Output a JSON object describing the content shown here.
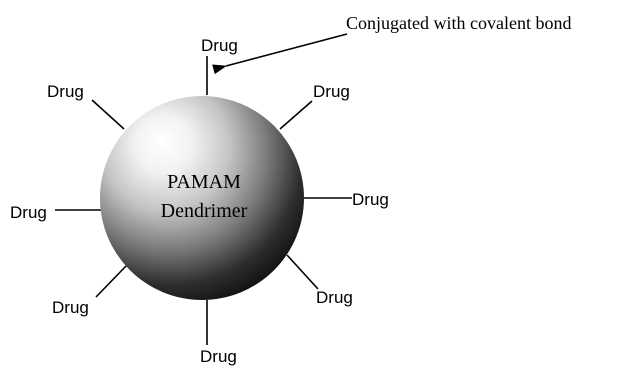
{
  "sphere": {
    "label_line1": "PAMAM",
    "label_line2": "Dendrimer",
    "gradient_light": "#ffffff",
    "gradient_dark": "#0a0a0a"
  },
  "annotation": {
    "text": "Conjugated with covalent bond"
  },
  "drugs": [
    {
      "label": "Drug"
    },
    {
      "label": "Drug"
    },
    {
      "label": "Drug"
    },
    {
      "label": "Drug"
    },
    {
      "label": "Drug"
    },
    {
      "label": "Drug"
    },
    {
      "label": "Drug"
    },
    {
      "label": "Drug"
    }
  ]
}
